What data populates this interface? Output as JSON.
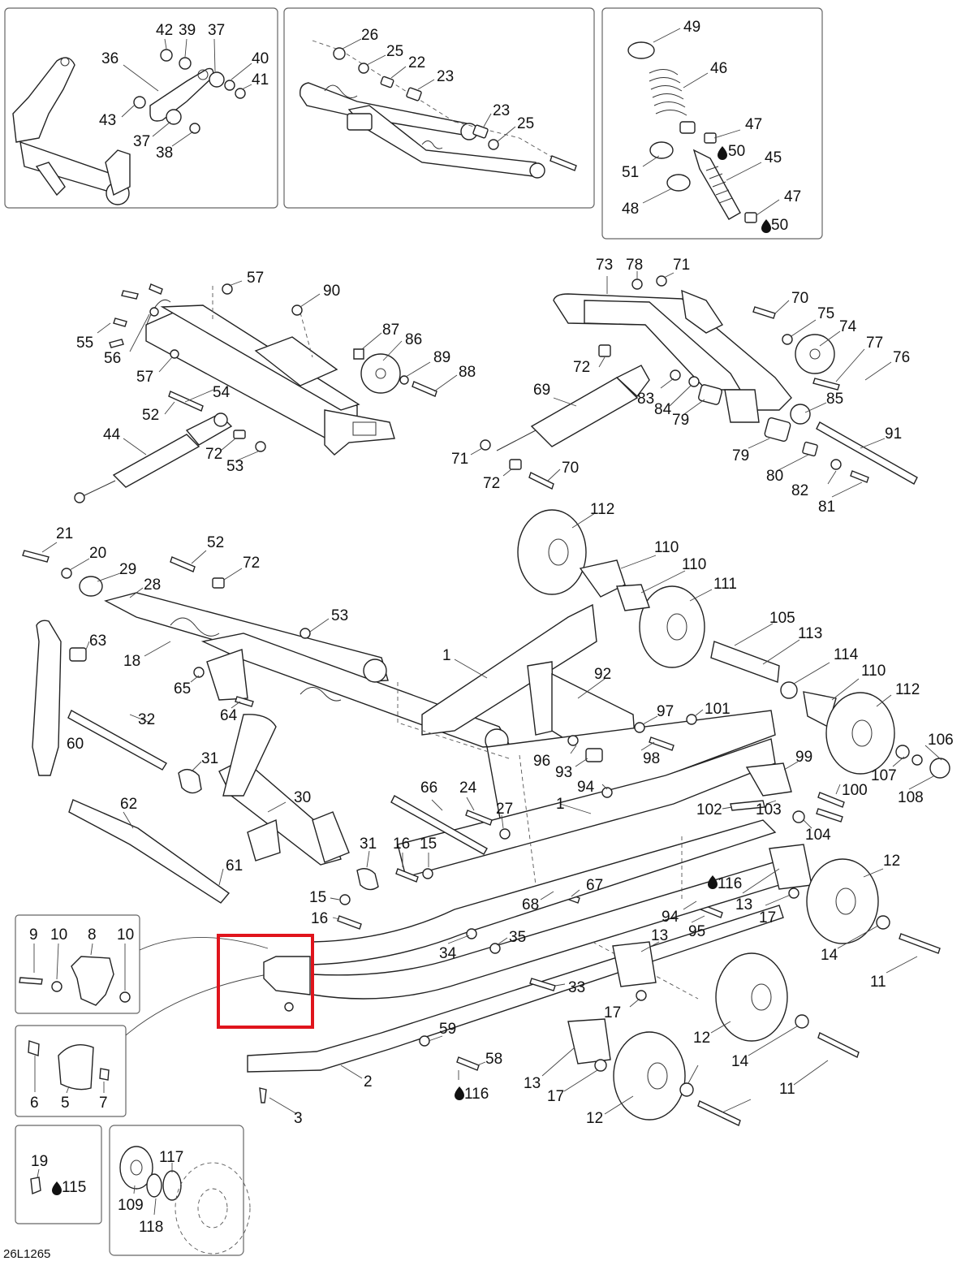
{
  "diagram": {
    "code": "26L1265",
    "highlight_color": "#e0141c",
    "line_color": "#222222",
    "callouts": {
      "c1a": "1",
      "c1b": "1",
      "c2": "2",
      "c3": "3",
      "c5": "5",
      "c6": "6",
      "c7": "7",
      "c8": "8",
      "c9": "9",
      "c10a": "10",
      "c10b": "10",
      "c11a": "11",
      "c11b": "11",
      "c12a": "12",
      "c12b": "12",
      "c12c": "12",
      "c13a": "13",
      "c13b": "13",
      "c13c": "13",
      "c14a": "14",
      "c14b": "14",
      "c15a": "15",
      "c15b": "15",
      "c16a": "16",
      "c16b": "16",
      "c17a": "17",
      "c17b": "17",
      "c17c": "17",
      "c18": "18",
      "c19": "19",
      "c20": "20",
      "c21": "21",
      "c22": "22",
      "c23a": "23",
      "c23b": "23",
      "c24": "24",
      "c25a": "25",
      "c25b": "25",
      "c26": "26",
      "c27": "27",
      "c28": "28",
      "c29": "29",
      "c30": "30",
      "c31a": "31",
      "c31b": "31",
      "c32": "32",
      "c33": "33",
      "c34": "34",
      "c35": "35",
      "c36": "36",
      "c37a": "37",
      "c37b": "37",
      "c38": "38",
      "c39": "39",
      "c40": "40",
      "c41": "41",
      "c42": "42",
      "c43": "43",
      "c44": "44",
      "c45": "45",
      "c46": "46",
      "c47a": "47",
      "c47b": "47",
      "c48": "48",
      "c49": "49",
      "c50a": "50",
      "c50b": "50",
      "c51": "51",
      "c52a": "52",
      "c52b": "52",
      "c53a": "53",
      "c53b": "53",
      "c54": "54",
      "c55": "55",
      "c56": "56",
      "c57a": "57",
      "c57b": "57",
      "c58": "58",
      "c59": "59",
      "c60": "60",
      "c61": "61",
      "c62": "62",
      "c63": "63",
      "c64": "64",
      "c65": "65",
      "c66": "66",
      "c67": "67",
      "c68": "68",
      "c69": "69",
      "c70a": "70",
      "c70b": "70",
      "c71a": "71",
      "c71b": "71",
      "c72a": "72",
      "c72b": "72",
      "c72c": "72",
      "c72d": "72",
      "c73": "73",
      "c74": "74",
      "c75": "75",
      "c76": "76",
      "c77": "77",
      "c78": "78",
      "c79a": "79",
      "c79b": "79",
      "c80": "80",
      "c81": "81",
      "c82": "82",
      "c83": "83",
      "c84": "84",
      "c85": "85",
      "c86": "86",
      "c87": "87",
      "c88": "88",
      "c89": "89",
      "c90": "90",
      "c91": "91",
      "c92": "92",
      "c93": "93",
      "c94a": "94",
      "c94b": "94",
      "c95": "95",
      "c96": "96",
      "c97": "97",
      "c98": "98",
      "c99": "99",
      "c100": "100",
      "c101": "101",
      "c102": "102",
      "c103": "103",
      "c104": "104",
      "c105": "105",
      "c106": "106",
      "c107": "107",
      "c108": "108",
      "c109": "109",
      "c110a": "110",
      "c110b": "110",
      "c110c": "110",
      "c111": "111",
      "c112a": "112",
      "c112b": "112",
      "c113": "113",
      "c114": "114",
      "c115": "115",
      "c116a": "116",
      "c116b": "116",
      "c117": "117",
      "c118": "118"
    }
  }
}
